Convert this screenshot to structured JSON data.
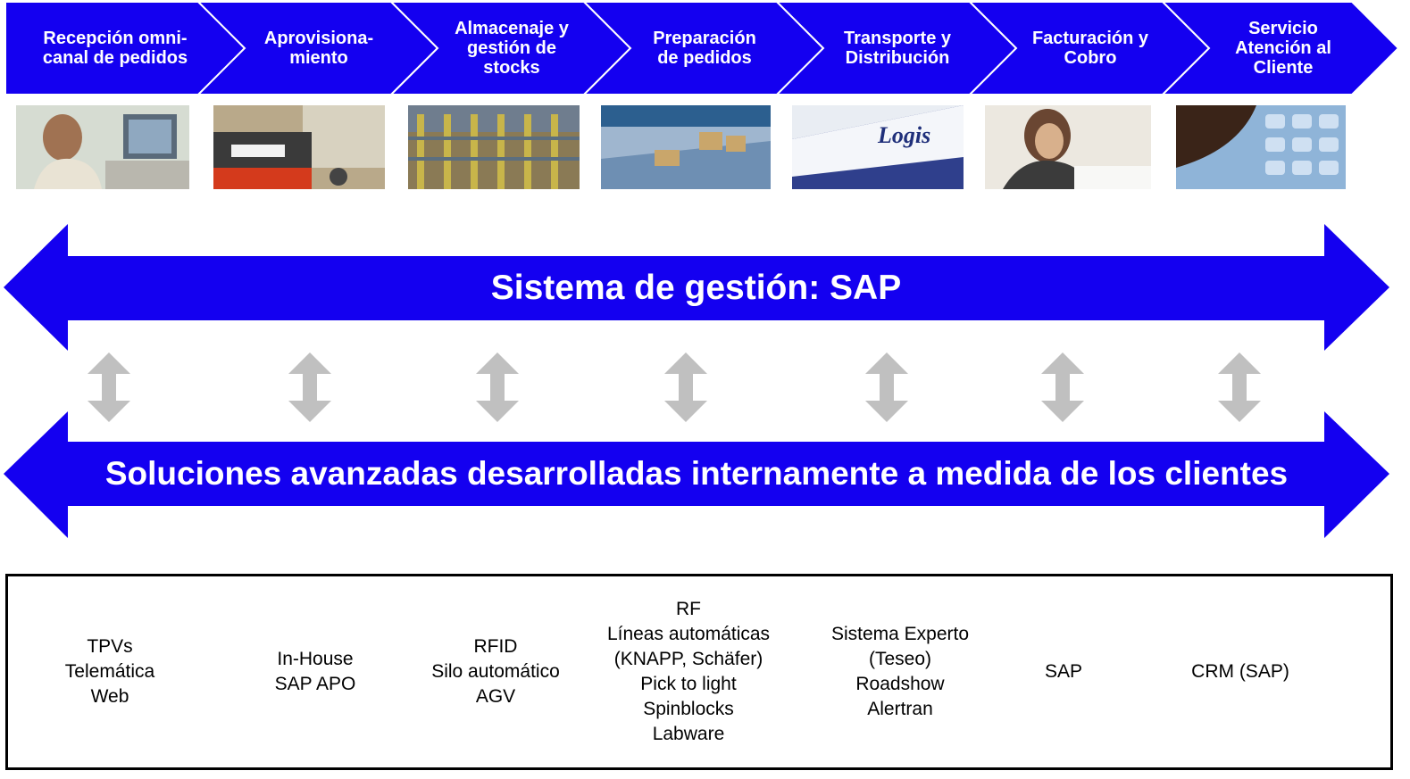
{
  "colors": {
    "band": "#1400f0",
    "connector": "#c0c0c0"
  },
  "process_steps": [
    {
      "label": "Recepción omni-\ncanal de pedidos",
      "photo_icon": "call-center-photo-icon"
    },
    {
      "label": "Aprovisiona-\nmiento",
      "photo_icon": "forklift-photo-icon"
    },
    {
      "label": "Almacenaje y\ngestión de\nstocks",
      "photo_icon": "warehouse-racks-photo-icon"
    },
    {
      "label": "Preparación\nde pedidos",
      "photo_icon": "conveyor-photo-icon"
    },
    {
      "label": "Transporte y\nDistribución",
      "photo_icon": "truck-photo-icon",
      "photo_text": "Logis"
    },
    {
      "label": "Facturación y\nCobro",
      "photo_icon": "office-phone-photo-icon"
    },
    {
      "label": "Servicio\nAtención al\nCliente",
      "photo_icon": "phone-keypad-photo-icon"
    }
  ],
  "bands": {
    "management": "Sistema de gestión: SAP",
    "solutions": "Soluciones avanzadas desarrolladas internamente a medida de los clientes"
  },
  "tools": [
    "TPVs\nTelemática\nWeb",
    "In-House\nSAP APO",
    "RFID\nSilo automático\nAGV",
    "RF\nLíneas automáticas\n(KNAPP, Schäfer)\nPick to light\nSpinblocks\nLabware",
    "Sistema Experto\n(Teseo)\nRoadshow\nAlertran",
    "SAP",
    "CRM (SAP)"
  ]
}
